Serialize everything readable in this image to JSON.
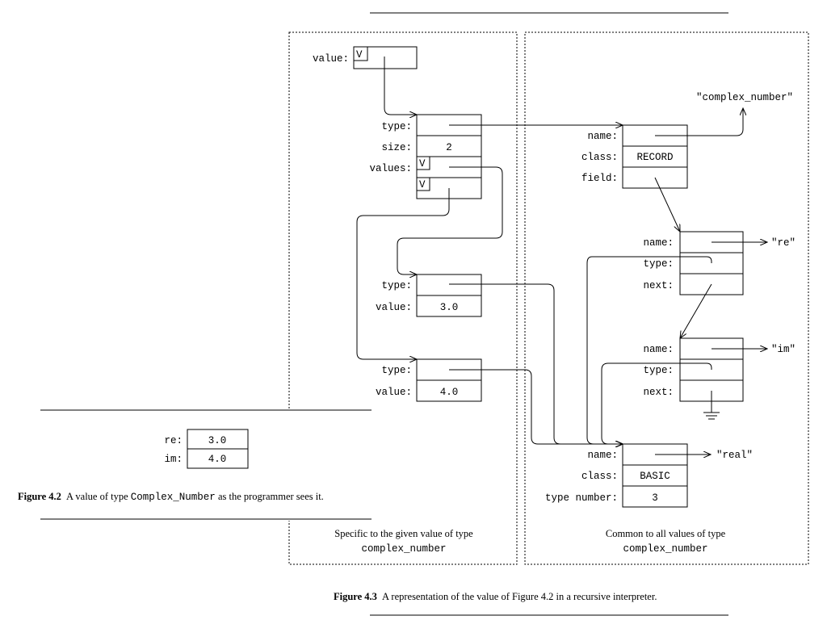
{
  "fig42": {
    "rows": [
      {
        "label": "re:",
        "value": "3.0"
      },
      {
        "label": "im:",
        "value": "4.0"
      }
    ],
    "caption_num": "Figure 4.2",
    "caption_a": "A value of type ",
    "caption_code": "Complex_Number",
    "caption_b": " as the programmer sees it."
  },
  "fig43": {
    "value_label": "value:",
    "v_marker": "V",
    "outer": {
      "type_label": "type:",
      "size_label": "size:",
      "size_value": "2",
      "values_label": "values:"
    },
    "re_record": {
      "type_label": "type:",
      "value_label": "value:",
      "value": "3.0"
    },
    "im_record": {
      "type_label": "type:",
      "value_label": "value:",
      "value": "4.0"
    },
    "complex_desc": {
      "name_label": "name:",
      "class_label": "class:",
      "class_value": "RECORD",
      "field_label": "field:",
      "name_string": "\"complex_number\""
    },
    "field_re": {
      "name_label": "name:",
      "type_label": "type:",
      "next_label": "next:",
      "name_string": "\"re\""
    },
    "field_im": {
      "name_label": "name:",
      "type_label": "type:",
      "next_label": "next:",
      "name_string": "\"im\""
    },
    "real_desc": {
      "name_label": "name:",
      "class_label": "class:",
      "class_value": "BASIC",
      "typenum_label": "type number:",
      "typenum_value": "3",
      "name_string": "\"real\""
    },
    "left_panel_caption": "Specific to the given value of type",
    "left_panel_code": "complex_number",
    "right_panel_caption": "Common to all values of type",
    "right_panel_code": "complex_number",
    "caption_num": "Figure 4.3",
    "caption_text": "A representation of the value of Figure 4.2 in a recursive interpreter."
  }
}
